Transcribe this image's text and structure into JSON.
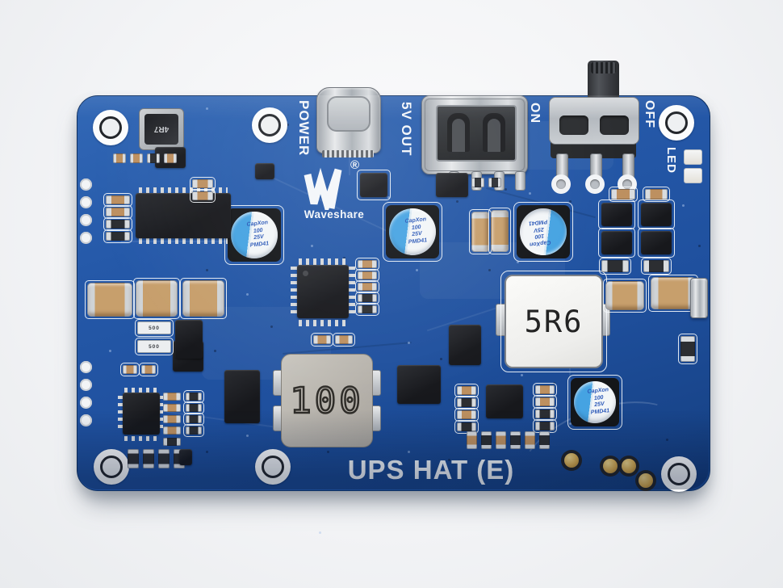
{
  "board": {
    "name": "UPS HAT (E)",
    "brand": "Waveshare",
    "registered_mark": "®"
  },
  "silkscreen": {
    "power_port": "POWER",
    "usb_output": "5V OUT",
    "switch_on": "ON",
    "switch_off": "OFF",
    "led": "LED"
  },
  "markings": {
    "main_inductor": "5R6",
    "power_inductor": "100",
    "buck_inductor": "4R7",
    "electrolytic_capacitor": "CapXon\n100\n25V\nPMD41",
    "shunt_resistor": "500"
  },
  "colors": {
    "pcb_blue": "#2156a6",
    "silkscreen_white": "#f4f7fa",
    "capacitor_blue": "#45a3e2",
    "gold_pin": "#d8ab4e",
    "inductor_white": "#f4f4f2",
    "background": "#eef0f2"
  }
}
